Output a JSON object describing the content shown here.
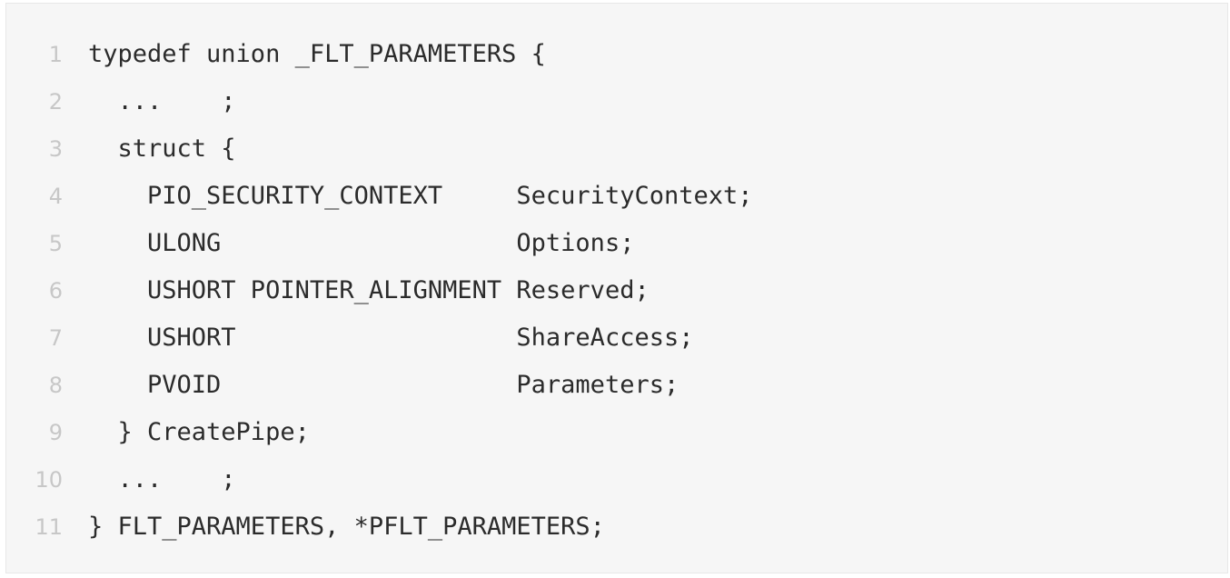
{
  "code_block": {
    "lines": [
      {
        "number": "1",
        "text": "typedef union _FLT_PARAMETERS {"
      },
      {
        "number": "2",
        "text": "  ...    ;"
      },
      {
        "number": "3",
        "text": "  struct {"
      },
      {
        "number": "4",
        "text": "    PIO_SECURITY_CONTEXT     SecurityContext;"
      },
      {
        "number": "5",
        "text": "    ULONG                    Options;"
      },
      {
        "number": "6",
        "text": "    USHORT POINTER_ALIGNMENT Reserved;"
      },
      {
        "number": "7",
        "text": "    USHORT                   ShareAccess;"
      },
      {
        "number": "8",
        "text": "    PVOID                    Parameters;"
      },
      {
        "number": "9",
        "text": "  } CreatePipe;"
      },
      {
        "number": "10",
        "text": "  ...    ;"
      },
      {
        "number": "11",
        "text": "} FLT_PARAMETERS, *PFLT_PARAMETERS;"
      }
    ]
  }
}
